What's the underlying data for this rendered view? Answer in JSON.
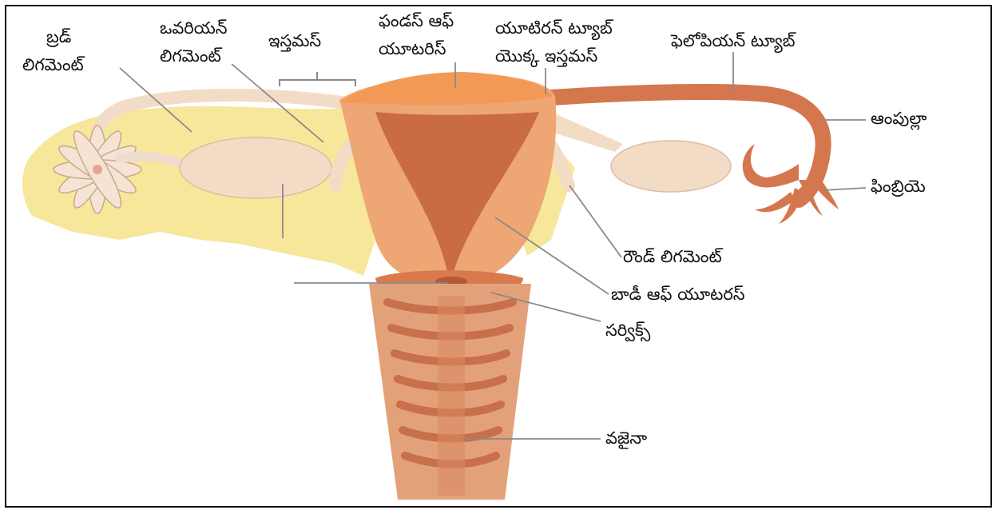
{
  "diagram": {
    "colors": {
      "border": "#111111",
      "background": "#ffffff",
      "broad_ligament": "#f7e79a",
      "pale_tissue": "#f3dcc6",
      "uterus": "#eea774",
      "fundus": "#f29a55",
      "cavity": "#c96c46",
      "tube": "#d4774f",
      "vagina": "#e3a17a",
      "leader_line": "#8a8a8a"
    },
    "labels": {
      "broad_ligament_1": "బ్రడ్",
      "broad_ligament_2": "లిగమెంట్",
      "ovarian_ligament_1": "ఒవరియన్",
      "ovarian_ligament_2": "లిగమెంట్",
      "isthmus": "ఇస్తమస్",
      "fundus_1": "ఫండస్ ఆఫ్",
      "fundus_2": "యూటరిస్",
      "tube_isthmus_1": "యూటిరన్ ట్యూబ్",
      "tube_isthmus_2": "యొక్క ఇస్తమస్",
      "fallopian_tube": "ఫెలోపియన్ ట్యూబ్",
      "ampulla": "ఆంపుల్లా",
      "fimbriae": "ఫింబ్రియె",
      "round_ligament": "రౌండ్ లిగమెంట్",
      "body_of_uterus": "బాడీ ఆఫ్ యూటరస్",
      "cervix": "సర్విక్స్",
      "vagina": "వజైనా"
    }
  }
}
